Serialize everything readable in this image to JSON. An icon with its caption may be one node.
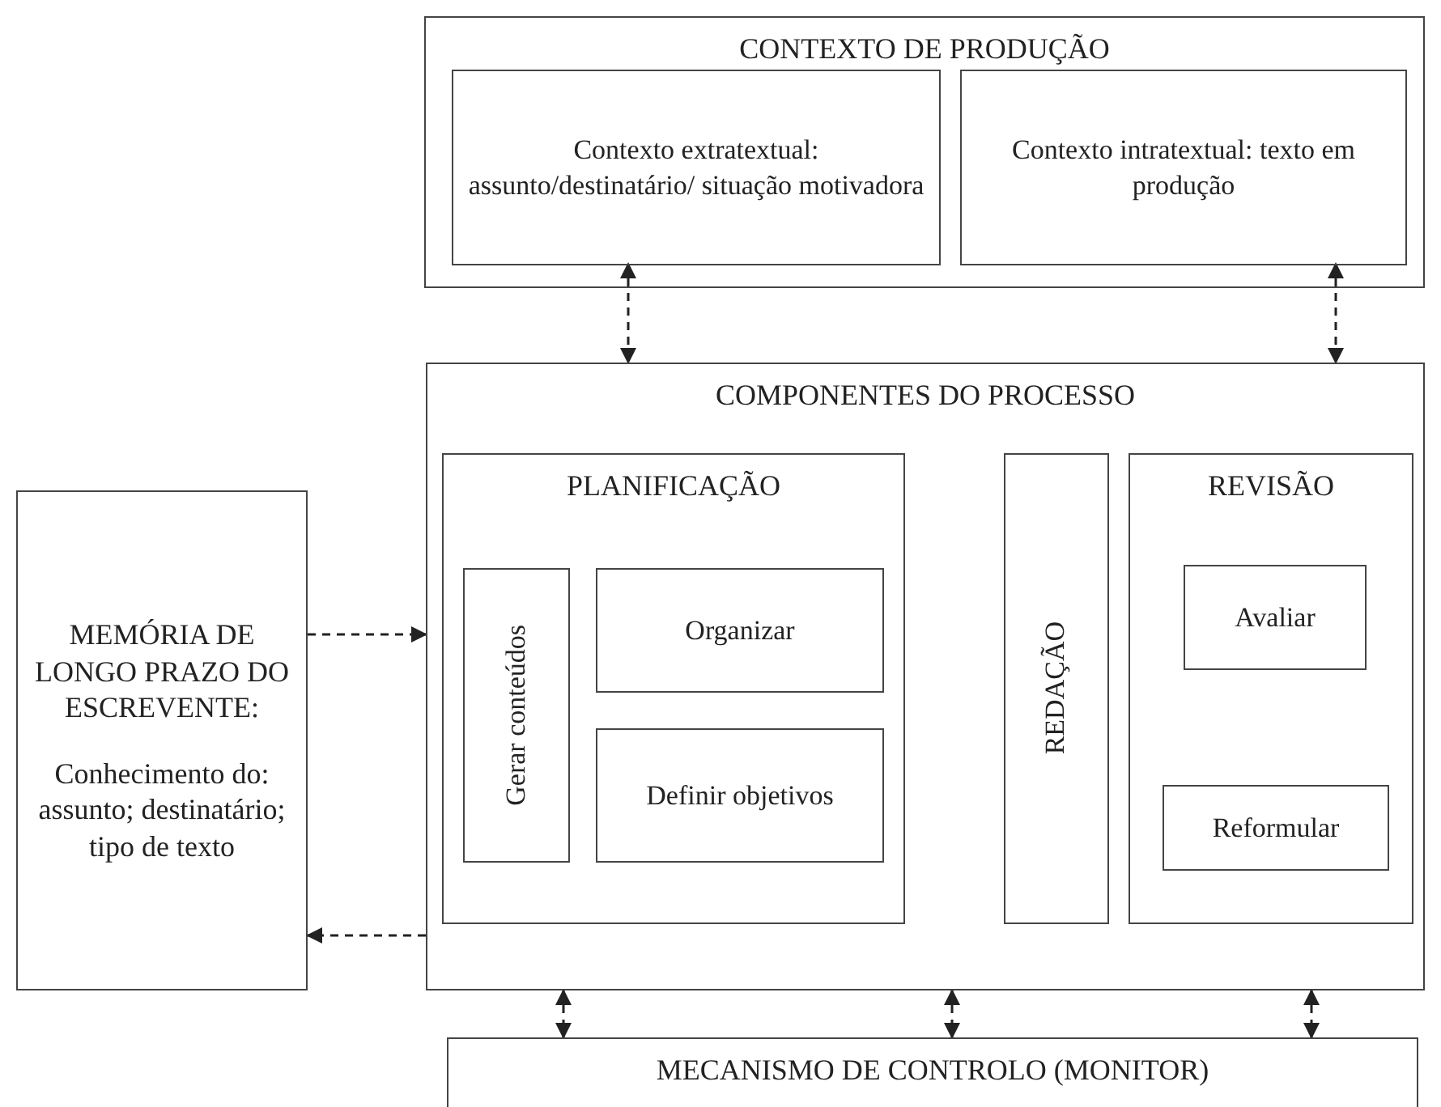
{
  "diagram": {
    "nodes": [
      {
        "text": [
          "CONTEXTO DE PRODUÇÃO"
        ]
      },
      {
        "text": [
          "Contexto extratextual: assunto/destinatário/ situação motivadora"
        ],
        "in": 0
      },
      {
        "text": [
          "Contexto intratextual: texto em produção"
        ],
        "in": 0
      },
      {
        "text": [
          "MEMÓRIA DE LONGO PRAZO DO ESCREVENTE:",
          "Conhecimento do: assunto; destinatário; tipo de texto"
        ]
      },
      {
        "text": [
          "COMPONENTES DO PROCESSO"
        ]
      },
      {
        "text": [
          "PLANIFICAÇÃO"
        ],
        "in": 4
      },
      {
        "text": [
          "Gerar conteúdos"
        ],
        "in": 5
      },
      {
        "text": [
          "Organizar"
        ],
        "in": 5
      },
      {
        "text": [
          "Definir objetivos"
        ],
        "in": 5
      },
      {
        "text": [
          "REDAÇÃO"
        ],
        "in": 4
      },
      {
        "text": [
          "REVISÃO"
        ],
        "in": 4
      },
      {
        "text": [
          "Avaliar"
        ],
        "in": 10
      },
      {
        "text": [
          "Reformular"
        ],
        "in": 10
      },
      {
        "text": [
          "MECANISMO DE CONTROLO (MONITOR)"
        ]
      }
    ],
    "edges": [
      {
        "from": 1,
        "to": 4,
        "arrow": "both",
        "style": "dashed"
      },
      {
        "from": 2,
        "to": 4,
        "arrow": "both",
        "style": "dashed"
      },
      {
        "from": 3,
        "to": 4,
        "arrow": "to",
        "style": "dashed"
      },
      {
        "from": 4,
        "to": 3,
        "arrow": "to",
        "style": "dashed"
      },
      {
        "from": 4,
        "to": 13,
        "arrow": "both",
        "style": "dashed"
      },
      {
        "from": 4,
        "to": 13,
        "arrow": "both",
        "style": "dashed"
      },
      {
        "from": 4,
        "to": 13,
        "arrow": "both",
        "style": "dashed"
      }
    ]
  }
}
